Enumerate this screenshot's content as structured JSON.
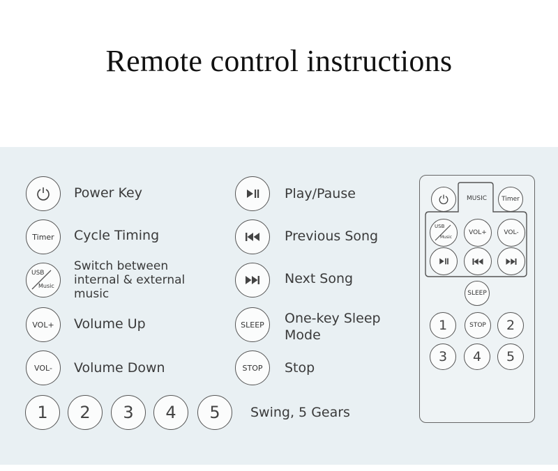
{
  "title": "Remote control instructions",
  "functions": [
    {
      "label": "Power Key",
      "icon": "power-icon"
    },
    {
      "label": "Cycle Timing",
      "button_text": "Timer"
    },
    {
      "label_lines": [
        "Switch between",
        "internal & external",
        "music"
      ],
      "button_text_top": "USB",
      "button_text_bottom": "Music"
    },
    {
      "label": "Volume Up",
      "button_text": "VOL+"
    },
    {
      "label": "Volume Down",
      "button_text": "VOL-"
    },
    {
      "label": "Play/Pause",
      "icon": "play-pause-icon"
    },
    {
      "label": "Previous Song",
      "icon": "previous-icon"
    },
    {
      "label": "Next Song",
      "icon": "next-icon"
    },
    {
      "label_lines": [
        "One-key Sleep",
        "Mode"
      ],
      "button_text": "SLEEP"
    },
    {
      "label": "Stop",
      "button_text": "STOP"
    }
  ],
  "gears": {
    "numbers": [
      "1",
      "2",
      "3",
      "4",
      "5"
    ],
    "label": "Swing, 5 Gears"
  },
  "remote": {
    "music_label": "MUSIC",
    "timer_label": "Timer",
    "usb_top": "USB",
    "usb_bottom": "Music",
    "vol_up": "VOL+",
    "vol_down": "VOL-",
    "sleep": "SLEEP",
    "stop": "STOP",
    "numbers": [
      "1",
      "2",
      "3",
      "4",
      "5"
    ]
  }
}
